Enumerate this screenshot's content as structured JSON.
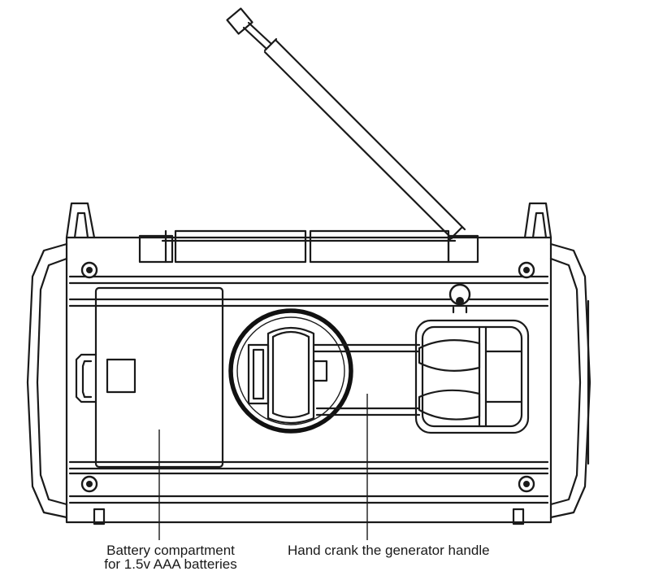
{
  "labels": {
    "battery_line1": "Battery compartment",
    "battery_line2": "for 1.5v AAA batteries",
    "crank": "Hand crank the generator handle"
  },
  "colors": {
    "line": "#1a1a1a",
    "background": "#ffffff"
  }
}
